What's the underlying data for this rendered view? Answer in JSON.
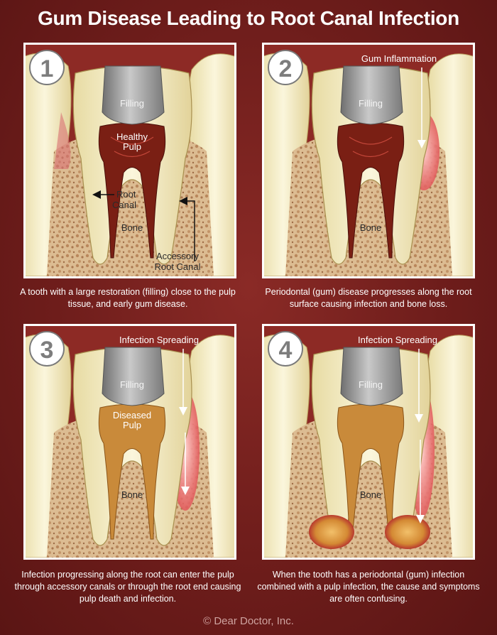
{
  "title": "Gum Disease Leading to Root Canal Infection",
  "panels": [
    {
      "number": "1",
      "labels": {
        "filling": "Filling",
        "pulp_line1": "Healthy",
        "pulp_line2": "Pulp",
        "root_line1": "Root",
        "root_line2": "Canal",
        "bone": "Bone",
        "accessory_line1": "Accessory",
        "accessory_line2": "Root Canal"
      },
      "caption": "A tooth with a large restoration (filling) close to the pulp tissue, and early gum disease."
    },
    {
      "number": "2",
      "labels": {
        "top": "Gum Inflammation",
        "filling": "Filling",
        "bone": "Bone"
      },
      "caption": "Periodontal (gum) disease progresses along the root surface causing infection and bone loss."
    },
    {
      "number": "3",
      "labels": {
        "top": "Infection Spreading",
        "filling": "Filling",
        "pulp_line1": "Diseased",
        "pulp_line2": "Pulp",
        "bone": "Bone"
      },
      "caption": "Infection progressing along the root can enter the pulp through accessory canals or through the root end causing pulp death and infection."
    },
    {
      "number": "4",
      "labels": {
        "top": "Infection Spreading",
        "filling": "Filling",
        "bone": "Bone"
      },
      "caption": "When the tooth has a periodontal (gum) infection combined with a pulp infection, the cause and symptoms are often confusing."
    }
  ],
  "copyright": "© Dear Doctor, Inc.",
  "colors": {
    "background": "#6e1d1b",
    "gum": "#a8302b",
    "bone": "#d9b98f",
    "enamel": "#f3ecc4",
    "filling": "#8e8e8e",
    "healthy_pulp": "#7a1f14",
    "diseased_pulp": "#c98a3a",
    "infection": "#e87a78"
  }
}
